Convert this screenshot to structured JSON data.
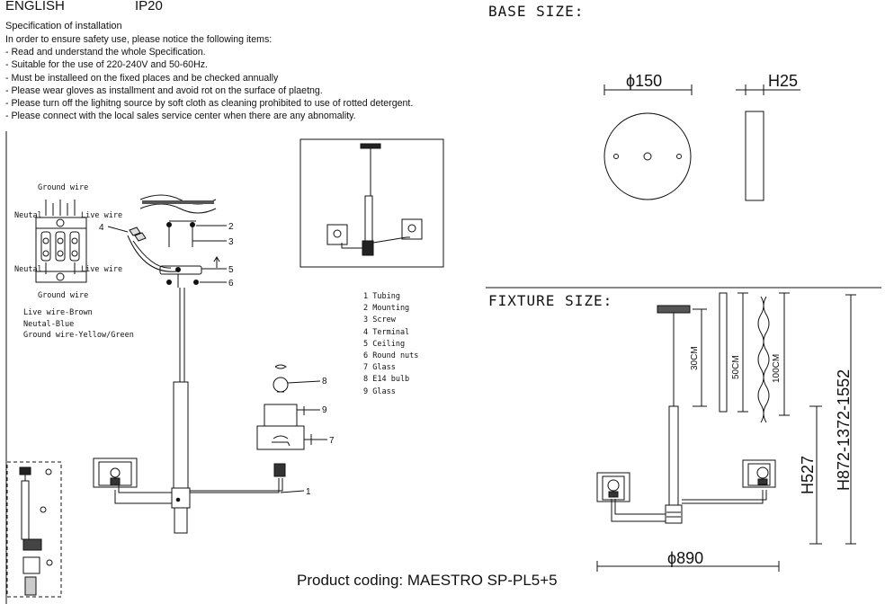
{
  "header": {
    "language": "ENGLISH",
    "ip_rating": "IP20"
  },
  "specification": {
    "title": "Specification of installation",
    "items": [
      "In order to ensure safety use, please notice the following items:",
      "- Read and understand the whole Specification.",
      "- Suitable for the use of 220-240V and 50-60Hz.",
      "- Must be installeed on the fixed places and be checked annually",
      "- Please wear gloves as installment and avoid rot on the surface of plaetng.",
      "- Please turn off the lighitng source by soft cloth as cleaning prohibited to use of rotted detergent.",
      "- Please connect with the local sales service center when there are any abnomality."
    ]
  },
  "base_size": {
    "title": "BASE SIZE:",
    "diameter": "ϕ150",
    "height": "H25"
  },
  "fixture_size": {
    "title": "FIXTURE SIZE:",
    "rod_30": "30CM",
    "rod_50": "50CM",
    "chain_100": "100CM",
    "height_body": "H527",
    "height_total": "H872-1372-1552",
    "diameter": "ϕ890"
  },
  "wiring": {
    "ground_top": "Ground wire",
    "ground_bottom": "Ground wire",
    "neutral_top": "Neutal",
    "neutral_bottom": "Neutal",
    "live_top": "Live wire",
    "live_bottom": "Live wire",
    "legend": [
      "Live wire-Brown",
      "Neutal-Blue",
      "Ground wire-Yellow/Green"
    ]
  },
  "parts": {
    "callouts": [
      "1",
      "2",
      "3",
      "4",
      "5",
      "6",
      "7",
      "8",
      "9"
    ],
    "legend": [
      "1 Tubing",
      "2 Mounting",
      "3 Screw",
      "4 Terminal",
      "5 Ceiling",
      "6 Round nuts",
      "7 Glass",
      "8 E14 bulb",
      "9 Glass"
    ]
  },
  "footer": {
    "product_coding": "Product coding: MAESTRO SP-PL5+5"
  }
}
